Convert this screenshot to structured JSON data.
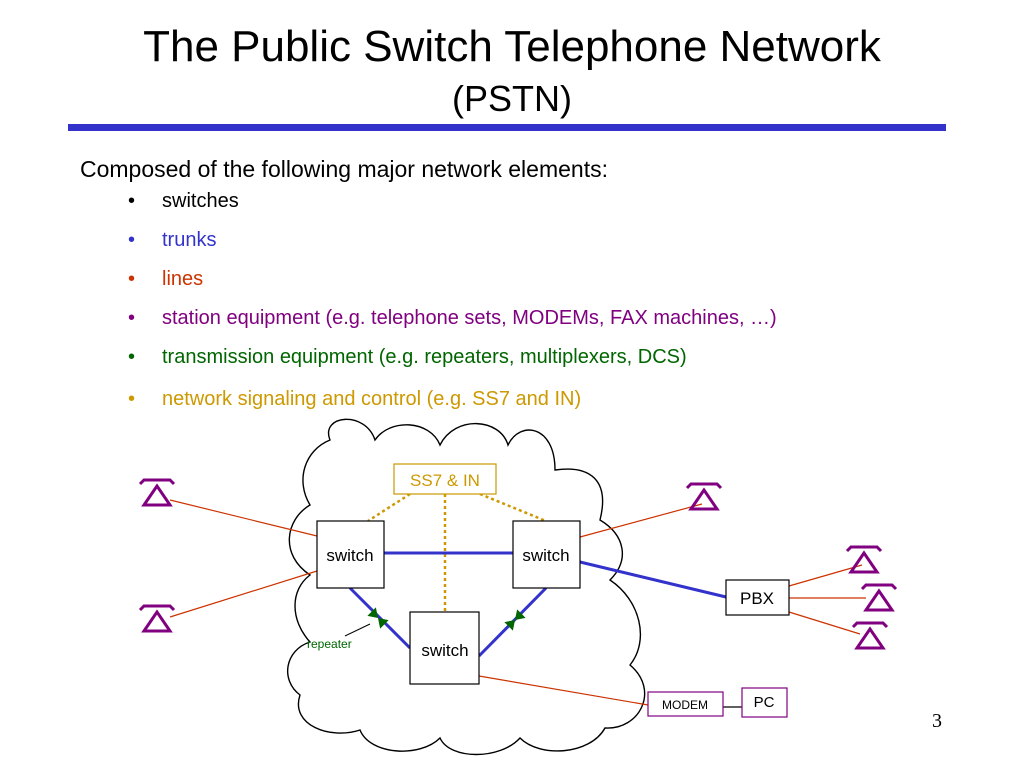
{
  "slide": {
    "title": "The Public Switch Telephone Network",
    "subtitle": "(PSTN)",
    "intro": "Composed of the following major network elements:",
    "page_number": "3"
  },
  "bullets": [
    {
      "text": "switches",
      "color": "#000000"
    },
    {
      "text": "trunks",
      "color": "#3333cc"
    },
    {
      "text": "lines",
      "color": "#cc3300"
    },
    {
      "text": "station equipment (e.g. telephone sets, MODEMs, FAX machines, …)",
      "color": "#800080"
    },
    {
      "text": "transmission equipment (e.g. repeaters, multiplexers, DCS)",
      "color": "#006600"
    },
    {
      "text": "network signaling and control (e.g. SS7 and IN)",
      "color": "#cc9900"
    }
  ],
  "diagram": {
    "ss7_label": "SS7 & IN",
    "switch_label": "switch",
    "pbx_label": "PBX",
    "modem_label": "MODEM",
    "pc_label": "PC",
    "repeater_label": "repeater"
  },
  "colors": {
    "trunk": "#3333cc",
    "line": "#cc3300",
    "signaling": "#cc9900",
    "station": "#800080",
    "repeater": "#006600"
  },
  "icons": [
    "telephone-icon",
    "repeater-icon"
  ]
}
